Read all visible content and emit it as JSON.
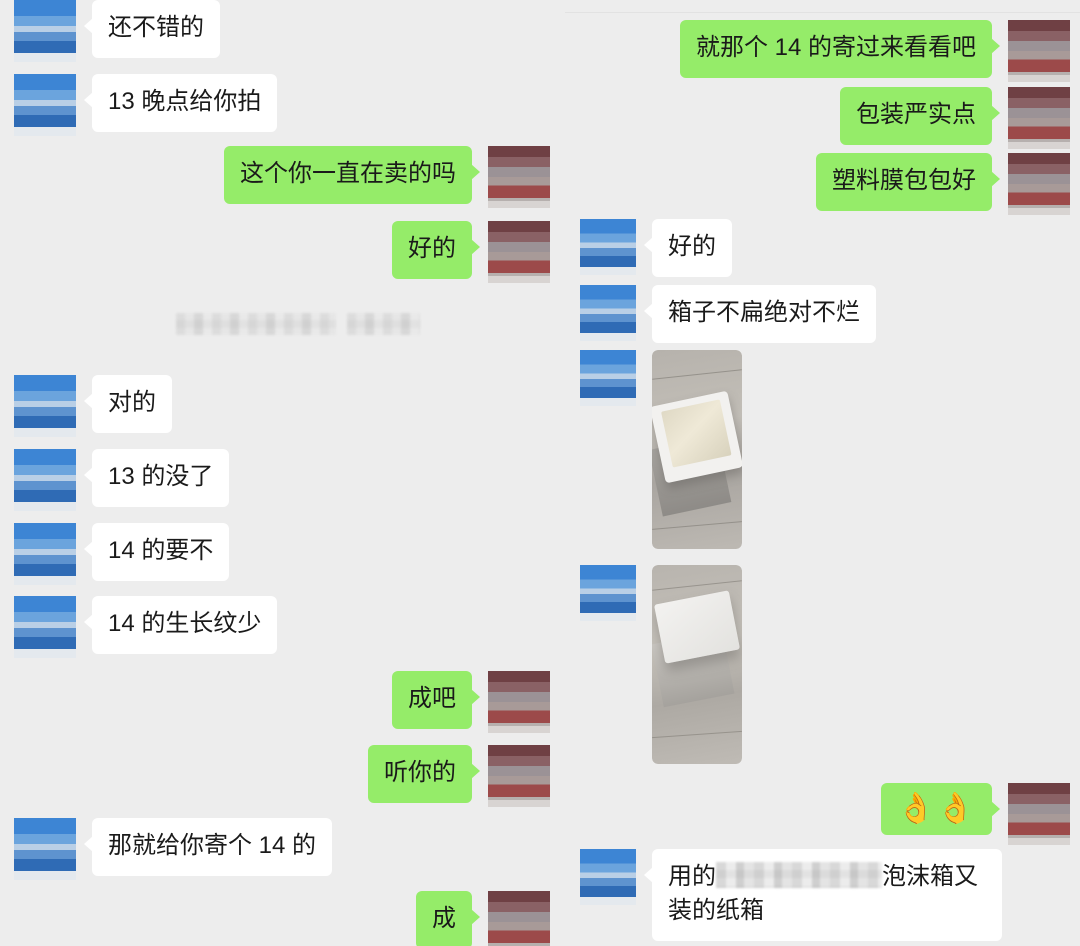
{
  "app": {
    "name": "WeChat Chat Screenshot",
    "background_color": "#ededed",
    "incoming_bubble_color": "#ffffff",
    "outgoing_bubble_color": "#95ec69",
    "text_color": "#1a1a1a"
  },
  "panels": [
    {
      "id": "left",
      "messages": [
        {
          "side": "in",
          "type": "text",
          "text": "还不错的"
        },
        {
          "side": "in",
          "type": "text",
          "text": "13 晚点给你拍"
        },
        {
          "side": "out",
          "type": "text",
          "text": "这个你一直在卖的吗"
        },
        {
          "side": "out",
          "type": "text",
          "text": "好的"
        },
        {
          "side": "center",
          "type": "redacted",
          "text": ""
        },
        {
          "side": "in",
          "type": "text",
          "text": "对的"
        },
        {
          "side": "in",
          "type": "text",
          "text": "13 的没了"
        },
        {
          "side": "in",
          "type": "text",
          "text": "14 的要不"
        },
        {
          "side": "in",
          "type": "text",
          "text": "14 的生长纹少"
        },
        {
          "side": "out",
          "type": "text",
          "text": "成吧"
        },
        {
          "side": "out",
          "type": "text",
          "text": "听你的"
        },
        {
          "side": "in",
          "type": "text",
          "text": "那就给你寄个 14 的"
        },
        {
          "side": "out",
          "type": "text",
          "text": "成"
        }
      ]
    },
    {
      "id": "right",
      "messages": [
        {
          "side": "out",
          "type": "text",
          "text": "就那个 14 的寄过来看看吧"
        },
        {
          "side": "out",
          "type": "text",
          "text": "包装严实点"
        },
        {
          "side": "out",
          "type": "text",
          "text": "塑料膜包包好"
        },
        {
          "side": "in",
          "type": "text",
          "text": "好的"
        },
        {
          "side": "in",
          "type": "text",
          "text": "箱子不扁绝对不烂"
        },
        {
          "side": "in",
          "type": "photo",
          "alt": "白色泡沫箱内装有货物的照片"
        },
        {
          "side": "in",
          "type": "photo",
          "alt": "盖好的白色泡沫箱照片"
        },
        {
          "side": "out",
          "type": "emoji",
          "text": "👌👌"
        },
        {
          "side": "in",
          "type": "text_redacted",
          "prefix": "用的",
          "suffix": "泡沫箱又装的纸箱"
        }
      ]
    }
  ]
}
